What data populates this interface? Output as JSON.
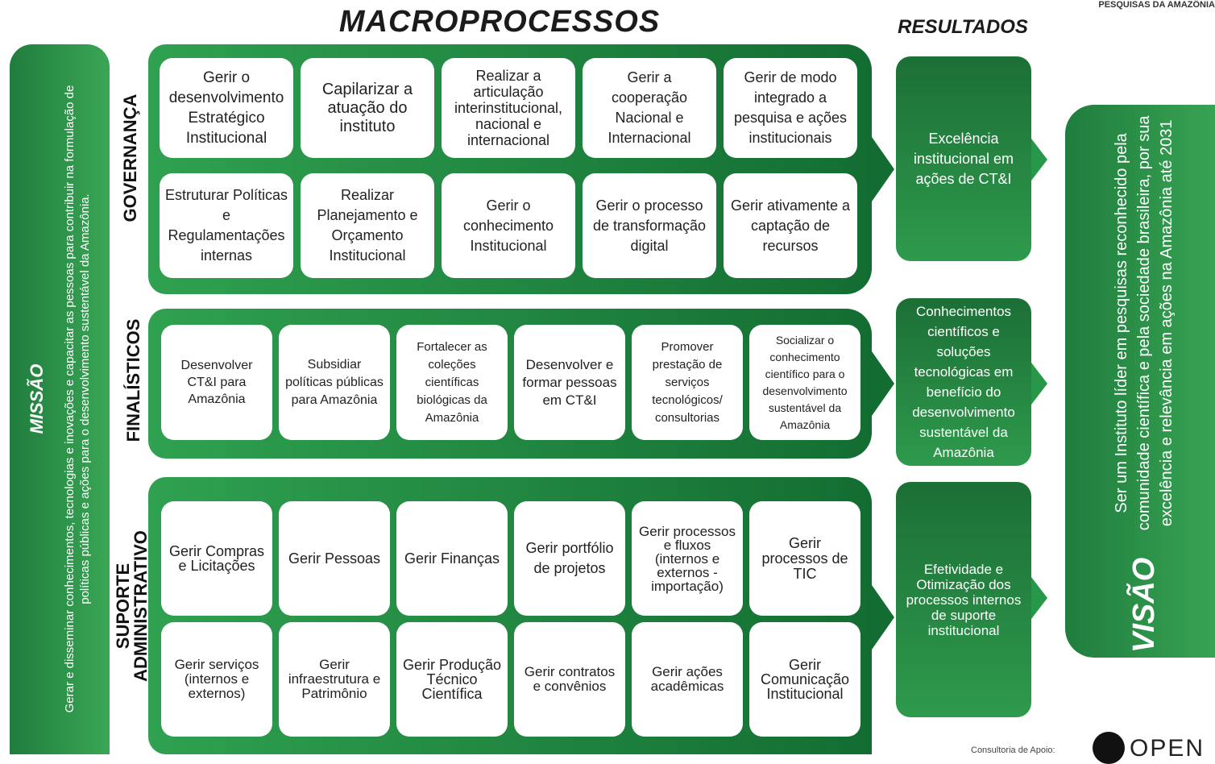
{
  "header": {
    "title": "MACROPROCESSOS",
    "results_title": "RESULTADOS",
    "corner_text": "PESQUISAS DA AMAZÔNIA"
  },
  "mission": {
    "title": "MISSÃO",
    "text": "Gerar e disseminar conhecimentos, tecnologias e inovações e capacitar as pessoas para contribuir na formulação de políticas públicas e ações para o desenvolvimento sustentável da Amazônia."
  },
  "groups": {
    "governanca": {
      "label": "GOVERNANÇA",
      "cards": [
        "Gerir o desenvolvimento Estratégico Institucional",
        "Capilarizar a atuação do instituto",
        "Realizar a articulação interinstitucional, nacional e internacional",
        "Gerir a cooperação Nacional e Internacional",
        "Gerir de modo integrado a pesquisa e ações institucionais",
        "Estruturar Políticas e Regulamentações internas",
        "Realizar Planejamento e Orçamento Institucional",
        "Gerir o conhecimento Institucional",
        "Gerir o processo de transformação digital",
        "Gerir ativamente a captação de recursos"
      ]
    },
    "finalisticos": {
      "label": "FINALÍSTICOS",
      "cards": [
        "Desenvolver CT&I para Amazônia",
        "Subsidiar políticas públicas para Amazônia",
        "Fortalecer as coleções científicas biológicas da Amazônia",
        "Desenvolver e formar pessoas em CT&I",
        "Promover prestação de serviços tecnológicos/ consultorias",
        "Socializar o conhecimento científico para o desenvolvimento sustentável da Amazônia"
      ]
    },
    "suporte": {
      "label_line1": "SUPORTE",
      "label_line2": "ADMINISTRATIVO",
      "cards": [
        "Gerir Compras e Licitações",
        "Gerir Pessoas",
        "Gerir Finanças",
        "Gerir portfólio de projetos",
        "Gerir processos e fluxos (internos e externos - importação)",
        "Gerir processos de TIC",
        "Gerir serviços (internos e externos)",
        "Gerir infraestrutura e Patrimônio",
        "Gerir Produção Técnico Científica",
        "Gerir contratos e convênios",
        "Gerir ações acadêmicas",
        "Gerir Comunicação Institucional"
      ]
    }
  },
  "results": [
    "Excelência institucional em ações de CT&I",
    "Conhecimentos científicos e soluções tecnológicas em benefício do desenvolvimento sustentável da Amazônia",
    "Efetividade e Otimização dos processos internos de suporte institucional"
  ],
  "vision": {
    "title": "VISÃO",
    "text": "Ser um Instituto líder em pesquisas reconhecido pela comunidade científica e pela sociedade brasileira, por sua excelência e relevância em ações na Amazônia até 2031"
  },
  "footer": {
    "consultoria": "Consultoria de Apoio:",
    "logo_text": "OPEN"
  },
  "colors": {
    "dark_green": "#136d32",
    "light_green": "#3aa655"
  }
}
